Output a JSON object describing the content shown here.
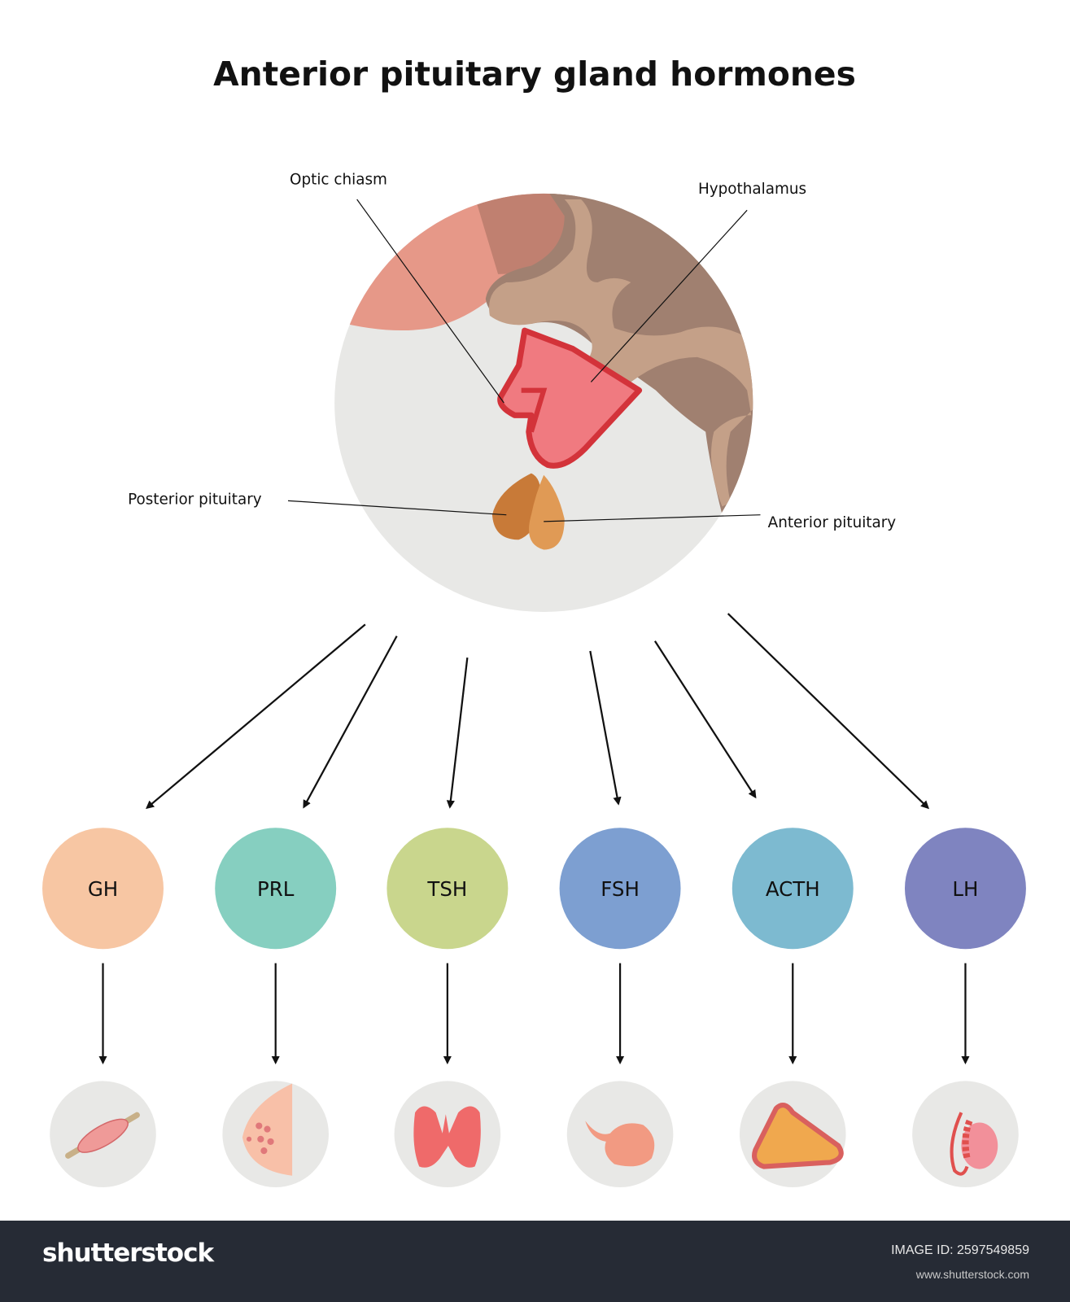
{
  "title": "Anterior pituitary gland hormones",
  "labels": {
    "optic_chiasm": "Optic chiasm",
    "hypothalamus": "Hypothalamus",
    "posterior_pituitary": "Posterior pituitary",
    "anterior_pituitary": "Anterior pituitary"
  },
  "hormones": [
    {
      "label": "GH",
      "color": "#f7c6a3",
      "target": "muscle-bone"
    },
    {
      "label": "PRL",
      "color": "#86cfc0",
      "target": "breast"
    },
    {
      "label": "TSH",
      "color": "#c9d68d",
      "target": "thyroid"
    },
    {
      "label": "FSH",
      "color": "#7d9fd1",
      "target": "ovary"
    },
    {
      "label": "ACTH",
      "color": "#7dbad0",
      "target": "adrenal-gland"
    },
    {
      "label": "LH",
      "color": "#7f84c0",
      "target": "testis"
    }
  ],
  "footer": {
    "logo": "shutterstock",
    "image_id": "IMAGE ID: 2597549859",
    "site": "www.shutterstock.com"
  }
}
